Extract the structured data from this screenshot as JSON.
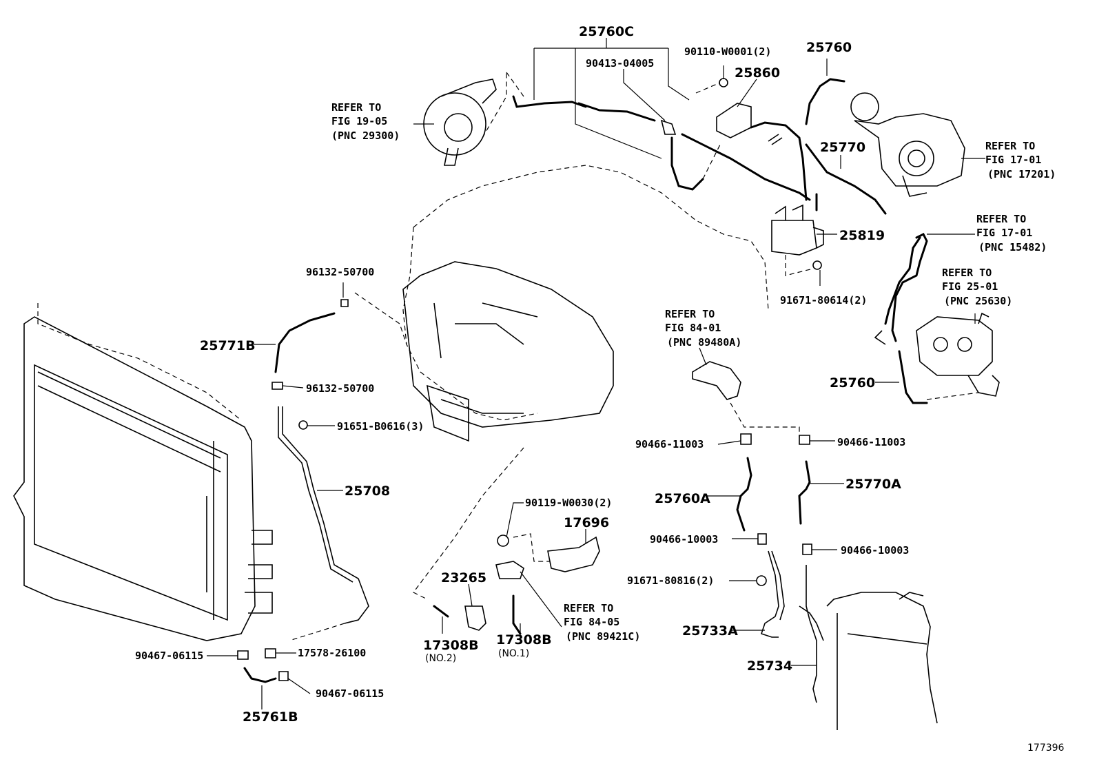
{
  "diagram_id": "177396",
  "labels": {
    "p25760C": "25760C",
    "p90413": "90413-04005",
    "p90110": "90110-W0001(2)",
    "p25860": "25860",
    "p25760_top": "25760",
    "ref1905_a": "REFER TO",
    "ref1905_b": "FIG 19-05",
    "ref1905_c": "(PNC 29300)",
    "p25770": "25770",
    "ref1701a_a": "REFER TO",
    "ref1701a_b": "FIG 17-01",
    "ref1701a_c": "(PNC 17201)",
    "ref1701b_a": "REFER TO",
    "ref1701b_b": "FIG 17-01",
    "ref1701b_c": "(PNC 15482)",
    "p25819": "25819",
    "p91671_80614": "91671-80614(2)",
    "ref2501_a": "REFER TO",
    "ref2501_b": "FIG 25-01",
    "ref2501_c": "(PNC 25630)",
    "p96132_top": "96132-50700",
    "p25771B": "25771B",
    "p96132_bot": "96132-50700",
    "p91651": "91651-B0616(3)",
    "ref8401_a": "REFER TO",
    "ref8401_b": "FIG 84-01",
    "ref8401_c": "(PNC 89480A)",
    "p25760_right": "25760",
    "p90466_11003_l": "90466-11003",
    "p90466_11003_r": "90466-11003",
    "p25708": "25708",
    "p25760A": "25760A",
    "p25770A": "25770A",
    "p90119": "90119-W0030(2)",
    "p17696": "17696",
    "p90466_10003_l": "90466-10003",
    "p90466_10003_r": "90466-10003",
    "p91671_80816": "91671-80816(2)",
    "p23265": "23265",
    "ref8405_a": "REFER TO",
    "ref8405_b": "FIG 84-05",
    "ref8405_c": "(PNC 89421C)",
    "p25733A": "25733A",
    "p90467_l": "90467-06115",
    "p17578": "17578-26100",
    "p17308B_2": "17308B",
    "p17308B_2_sub": "(NO.2)",
    "p17308B_1": "17308B",
    "p17308B_1_sub": "(NO.1)",
    "p25734": "25734",
    "p90467_r": "90467-06115",
    "p25761B": "25761B"
  }
}
